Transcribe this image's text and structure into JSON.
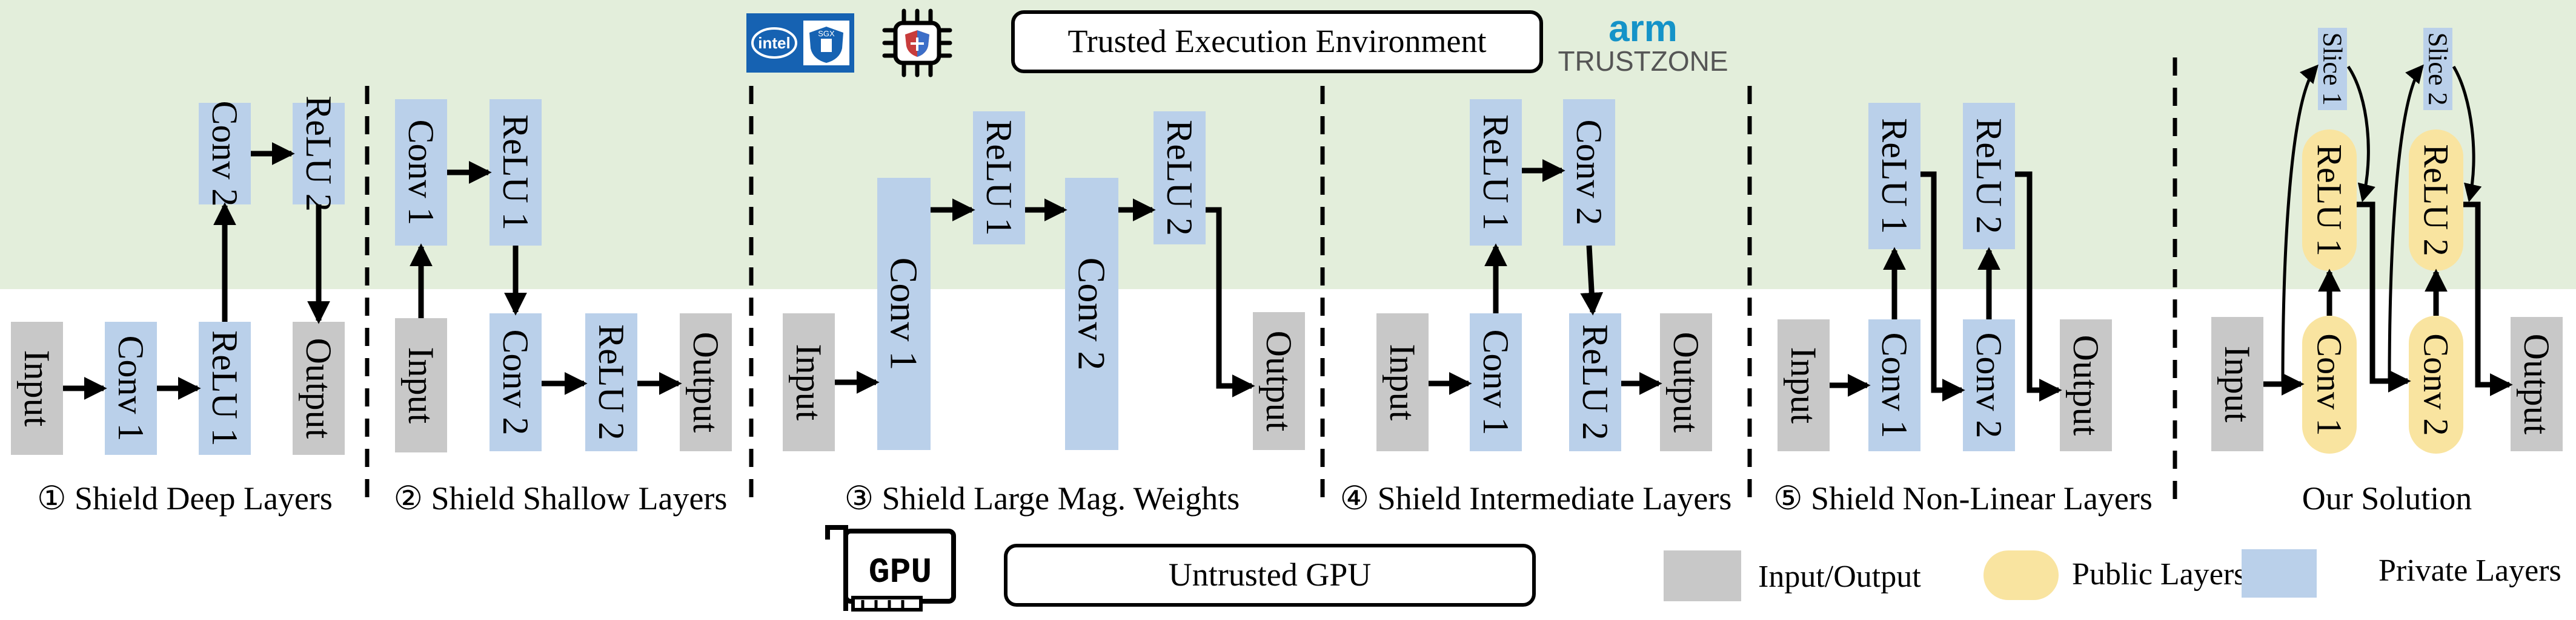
{
  "header": {
    "tee_label": "Trusted Execution Environment",
    "arm_brand": "arm",
    "arm_product": "TRUSTZONE",
    "intel_logo_text": "intel",
    "intel_badge_text": "SGX"
  },
  "footer": {
    "gpu_chip_text": "GPU",
    "gpu_label": "Untrusted GPU"
  },
  "legend": {
    "io": "Input/Output",
    "public": "Public Layers",
    "private": "Private Layers"
  },
  "colors": {
    "tee_background": "#e3eedb",
    "private": "#bad0ea",
    "public": "#f9e4a0",
    "io": "#c8c8c8",
    "arm_blue": "#1593c8",
    "intel_blue": "#1662b2"
  },
  "layers": {
    "input": "Input",
    "output": "Output",
    "conv1": "Conv 1",
    "conv2": "Conv 2",
    "relu1": "ReLU 1",
    "relu2": "ReLU 2",
    "slice1": "Slice 1",
    "slice2": "Slice 2"
  },
  "sections": [
    {
      "label": "① Shield Deep Layers"
    },
    {
      "label": "② Shield Shallow Layers"
    },
    {
      "label": "③ Shield Large Mag. Weights"
    },
    {
      "label": "④ Shield Intermediate Layers"
    },
    {
      "label": "⑤ Shield Non-Linear Layers"
    },
    {
      "label": "Our Solution"
    }
  ]
}
